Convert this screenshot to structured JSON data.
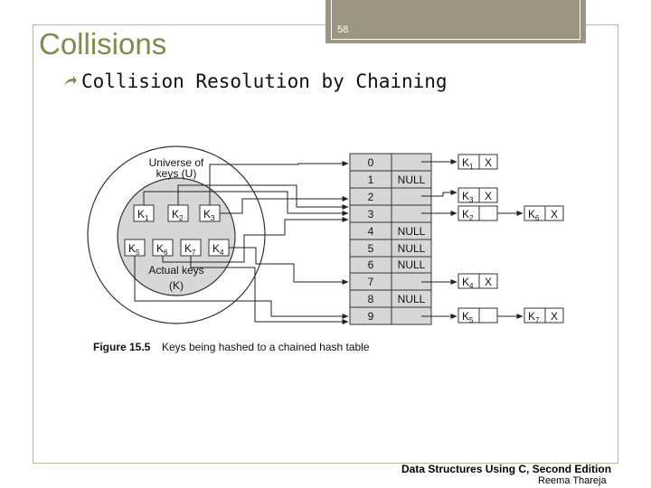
{
  "slide": {
    "title": "Collisions",
    "page_number": "58",
    "bullet": "Collision Resolution by Chaining",
    "footer_book": "Data Structures Using C, Second Edition",
    "footer_author": "Reema Thareja",
    "accent_color": "#7f8b4a",
    "corner_color": "#9c9583"
  },
  "figure": {
    "universe_label_1": "Universe of",
    "universe_label_2": "keys (U)",
    "actual_label_1": "Actual keys",
    "actual_label_2": "(K)",
    "keys": [
      "K1",
      "K2",
      "K3",
      "K5",
      "K6",
      "K7",
      "K4"
    ],
    "table": {
      "indices": [
        "0",
        "1",
        "2",
        "3",
        "4",
        "5",
        "6",
        "7",
        "8",
        "9"
      ],
      "values": [
        "",
        "NULL",
        "",
        "",
        "NULL",
        "NULL",
        "NULL",
        "",
        "NULL",
        ""
      ]
    },
    "chains": {
      "row0": [
        "K1"
      ],
      "row2": [
        "K3"
      ],
      "row3": [
        "K2",
        "K6"
      ],
      "row7": [
        "K4"
      ],
      "row9": [
        "K5",
        "K7"
      ]
    },
    "terminator": "X",
    "caption_label": "Figure 15.5",
    "caption_text": "Keys being hashed to a chained hash table"
  }
}
